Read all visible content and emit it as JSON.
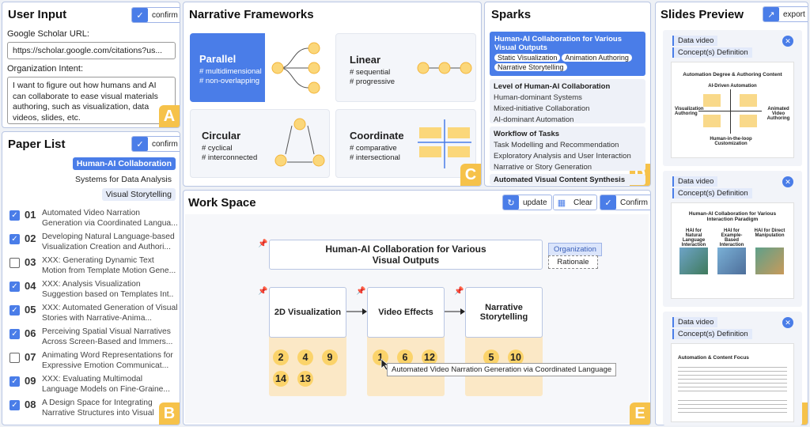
{
  "user_input": {
    "title": "User Input",
    "confirm": "confirm",
    "scholar_label": "Google Scholar URL:",
    "scholar_value": "https://scholar.google.com/citations?us...",
    "intent_label": "Organization Intent:",
    "intent_value": "I want to figure out how humans and AI can collaborate to ease visual materials authoring, such as visualization, data videos, slides, etc.",
    "badge": "A"
  },
  "paper_list": {
    "title": "Paper List",
    "confirm": "confirm",
    "badge": "B",
    "tags": [
      "Human-AI Collaboration",
      "Systems for Data Analysis",
      "Visual Storytelling"
    ],
    "papers": [
      {
        "checked": true,
        "num": "01",
        "t1": "Automated Video Narration",
        "t2": "Generation via Coordinated Langua..."
      },
      {
        "checked": true,
        "num": "02",
        "t1": "Developing Natural Language-based",
        "t2": "Visualization Creation and Authori..."
      },
      {
        "checked": false,
        "num": "03",
        "t1": "XXX: Generating Dynamic Text",
        "t2": "Motion from Template Motion Gene..."
      },
      {
        "checked": true,
        "num": "04",
        "t1": "XXX: Analysis Visualization",
        "t2": "Suggestion based on Templates Int.."
      },
      {
        "checked": true,
        "num": "05",
        "t1": "XXX: Automated Generation of Visual",
        "t2": "Stories with Narrative-Anima..."
      },
      {
        "checked": true,
        "num": "06",
        "t1": "Perceiving Spatial Visual Narratives",
        "t2": "Across Screen-Based and Immers..."
      },
      {
        "checked": false,
        "num": "07",
        "t1": "Animating Word Representations for",
        "t2": "Expressive Emotion Communicat..."
      },
      {
        "checked": true,
        "num": "09",
        "t1": "XXX: Evaluating Multimodal",
        "t2": "Language Models on Fine-Graine..."
      },
      {
        "checked": true,
        "num": "08",
        "t1": "A Design Space for Integrating",
        "t2": "Narrative Structures into Visual"
      }
    ]
  },
  "frameworks": {
    "title": "Narrative Frameworks",
    "badge": "C",
    "items": [
      {
        "name": "Parallel",
        "sub1": "# multidimensional",
        "sub2": "# non-overlapping"
      },
      {
        "name": "Linear",
        "sub1": "# sequential",
        "sub2": "# progressive"
      },
      {
        "name": "Circular",
        "sub1": "# cyclical",
        "sub2": "# interconnected"
      },
      {
        "name": "Coordinate",
        "sub1": "# comparative",
        "sub2": "# intersectional"
      }
    ]
  },
  "sparks": {
    "title": "Sparks",
    "badge": "D",
    "active": {
      "title": "Human-AI Collaboration for Various Visual Outputs",
      "chips": [
        "Static Visualization",
        "Animation Authoring",
        "Narrative Storytelling"
      ]
    },
    "groups": [
      {
        "title": "Level of Human-AI Collaboration",
        "items": [
          "Human-dominant Systems",
          "Mixed-initiative Collaboration",
          "AI-dominant Automation"
        ]
      },
      {
        "title": "Workflow of Tasks",
        "items": [
          "Task Modelling and Recommendation",
          "Exploratory Analysis and User Interaction",
          "Narrative or Story Generation"
        ]
      },
      {
        "title": "Automated Visual Content Synthesis",
        "items": []
      }
    ]
  },
  "workspace": {
    "title": "Work Space",
    "update": "update",
    "clear": "Clear",
    "confirm": "Confirm",
    "badge": "E",
    "root": "Human-AI Collaboration for Various Visual Outputs",
    "org": "Organization",
    "rationale": "Rationale",
    "nodes": [
      {
        "label": "2D Visualization",
        "nums": [
          "2",
          "4",
          "9",
          "14",
          "13"
        ]
      },
      {
        "label": "Video Effects",
        "nums": [
          "1",
          "6",
          "12"
        ]
      },
      {
        "label": "Narrative Storytelling",
        "nums": [
          "5",
          "10"
        ]
      }
    ],
    "tooltip": "Automated Video Narration Generation via Coordinated Language"
  },
  "slides": {
    "title": "Slides Preview",
    "export": "export",
    "badge": "F",
    "cards": [
      {
        "type": "Data video",
        "section": "Concept(s) Definition",
        "doc_title": "Automation Degree & Authoring Content",
        "top": "AI-Driven Automation",
        "left": "Visualization Authoring",
        "right": "Animated Video Authoring",
        "bottom": "Human-in-the-loop Customization"
      },
      {
        "type": "Data video",
        "section": "Concept(s) Definition",
        "doc_title": "Human-AI Collaboration for Various Interaction Paradigm",
        "c1": "HAI for Natural Language Interaction",
        "c2": "HAI for Example-Based Interaction",
        "c3": "HAI for Direct Manipulation"
      },
      {
        "type": "Data video",
        "section": "Concept(s) Definition",
        "doc_title": "Automation & Content Focus"
      }
    ]
  }
}
